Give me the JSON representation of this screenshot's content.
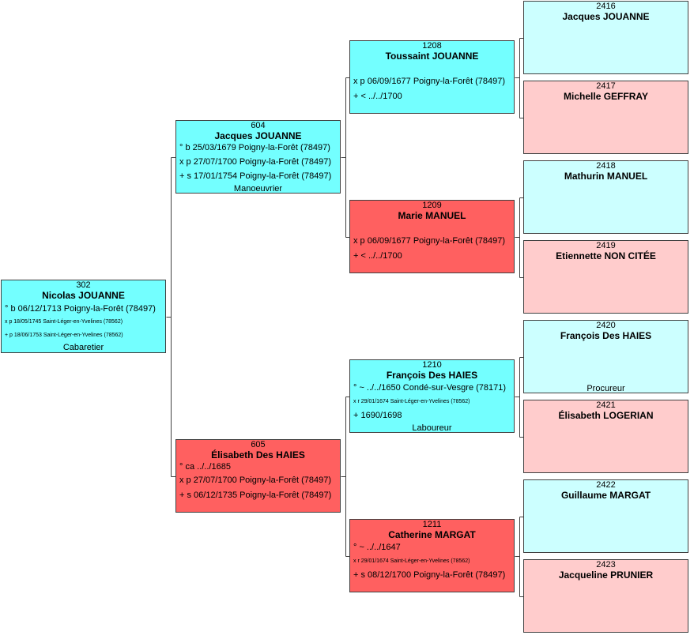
{
  "persons": [
    {
      "id": "p302",
      "num": "302",
      "name": "Nicolas JOUANNE",
      "sex": "male",
      "gen": 1,
      "events": [
        {
          "text": "° b 06/12/1713 Poigny-la-Forêt (78497)"
        },
        {
          "text": "x p 18/05/1745 Saint-Léger-en-Yvelines (78562)",
          "small": true
        },
        {
          "text": "+ p 18/06/1753 Saint-Léger-en-Yvelines (78562)",
          "small": true
        }
      ],
      "occupation": "Cabaretier"
    },
    {
      "id": "p604",
      "num": "604",
      "name": "Jacques JOUANNE",
      "sex": "male",
      "gen": 2,
      "events": [
        {
          "text": "° b 25/03/1679 Poigny-la-Forêt (78497)"
        },
        {
          "text": "x p 27/07/1700 Poigny-la-Forêt (78497)"
        },
        {
          "text": "+ s 17/01/1754 Poigny-la-Forêt (78497)"
        }
      ],
      "occupation": "Manoeuvrier"
    },
    {
      "id": "p605",
      "num": "605",
      "name": "Élisabeth Des HAIES",
      "sex": "female",
      "gen": 2,
      "events": [
        {
          "text": "° ca ../../1685"
        },
        {
          "text": "x p 27/07/1700 Poigny-la-Forêt (78497)"
        },
        {
          "text": "+ s 06/12/1735 Poigny-la-Forêt (78497)"
        }
      ],
      "occupation": ""
    },
    {
      "id": "p1208",
      "num": "1208",
      "name": "Toussaint JOUANNE",
      "sex": "male",
      "gen": 3,
      "events": [
        {
          "text": "x p 06/09/1677 Poigny-la-Forêt (78497)"
        },
        {
          "text": "+ < ../../1700"
        }
      ],
      "occupation": ""
    },
    {
      "id": "p1209",
      "num": "1209",
      "name": "Marie MANUEL",
      "sex": "female",
      "gen": 3,
      "events": [
        {
          "text": "x p 06/09/1677 Poigny-la-Forêt (78497)"
        },
        {
          "text": "+ < ../../1700"
        }
      ],
      "occupation": ""
    },
    {
      "id": "p1210",
      "num": "1210",
      "name": "François Des HAIES",
      "sex": "male",
      "gen": 3,
      "events": [
        {
          "text": "° ~ ../../1650 Condé-sur-Vesgre (78171)"
        },
        {
          "text": "x r 29/01/1674 Saint-Léger-en-Yvelines (78562)",
          "small": true
        },
        {
          "text": "+ 1690/1698"
        }
      ],
      "occupation": "Laboureur"
    },
    {
      "id": "p1211",
      "num": "1211",
      "name": "Catherine MARGAT",
      "sex": "female",
      "gen": 3,
      "events": [
        {
          "text": "° ~ ../../1647"
        },
        {
          "text": "x r 29/01/1674 Saint-Léger-en-Yvelines (78562)",
          "small": true
        },
        {
          "text": "+ s 08/12/1700 Poigny-la-Forêt (78497)"
        }
      ],
      "occupation": ""
    },
    {
      "id": "p2416",
      "num": "2416",
      "name": "Jacques JOUANNE",
      "sex": "male",
      "gen": 4,
      "events": [],
      "occupation": ""
    },
    {
      "id": "p2417",
      "num": "2417",
      "name": "Michelle GEFFRAY",
      "sex": "female",
      "gen": 4,
      "events": [],
      "occupation": ""
    },
    {
      "id": "p2418",
      "num": "2418",
      "name": "Mathurin MANUEL",
      "sex": "male",
      "gen": 4,
      "events": [],
      "occupation": ""
    },
    {
      "id": "p2419",
      "num": "2419",
      "name": "Etiennette NON CITÉE",
      "sex": "female",
      "gen": 4,
      "events": [],
      "occupation": ""
    },
    {
      "id": "p2420",
      "num": "2420",
      "name": "François Des HAIES",
      "sex": "male",
      "gen": 4,
      "events": [],
      "occupation": "Procureur"
    },
    {
      "id": "p2421",
      "num": "2421",
      "name": "Élisabeth LOGERIAN",
      "sex": "female",
      "gen": 4,
      "events": [],
      "occupation": ""
    },
    {
      "id": "p2422",
      "num": "2422",
      "name": "Guillaume MARGAT",
      "sex": "male",
      "gen": 4,
      "events": [],
      "occupation": ""
    },
    {
      "id": "p2423",
      "num": "2423",
      "name": "Jacqueline PRUNIER",
      "sex": "female",
      "gen": 4,
      "events": [],
      "occupation": ""
    }
  ],
  "colors": {
    "male": "#73ffff",
    "female": "#ff6060",
    "male_light": "#ccffff",
    "female_light": "#ffcccc",
    "border": "#404040",
    "line": "#404040"
  }
}
